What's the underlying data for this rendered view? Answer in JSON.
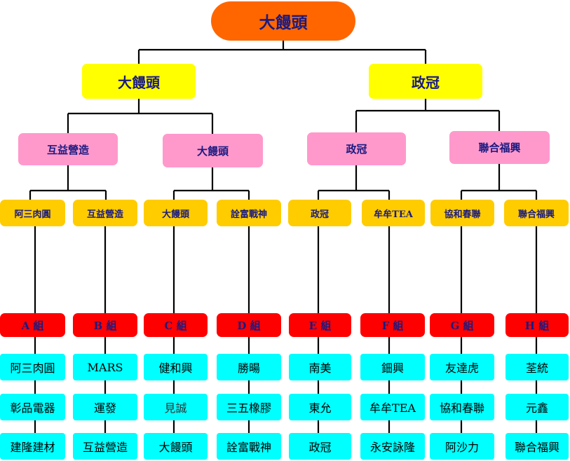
{
  "root": {
    "label": "大饅頭"
  },
  "level1": [
    {
      "label": "大饅頭"
    },
    {
      "label": "政冠"
    }
  ],
  "level2": [
    {
      "label": "互益營造"
    },
    {
      "label": "大饅頭"
    },
    {
      "label": "政冠"
    },
    {
      "label": "聯合福興"
    }
  ],
  "level3": [
    {
      "label": "阿三肉圓"
    },
    {
      "label": "互益營造"
    },
    {
      "label": "大饅頭"
    },
    {
      "label": "詮富戰神"
    },
    {
      "label": "政冠"
    },
    {
      "label": "牟牟TEA"
    },
    {
      "label": "協和春聯"
    },
    {
      "label": "聯合福興"
    }
  ],
  "groups": [
    {
      "label": "A 組",
      "members": [
        "阿三肉圓",
        "彰品電器",
        "建隆建材"
      ]
    },
    {
      "label": "B 組",
      "members": [
        "MARS",
        "運發",
        "互益營造"
      ]
    },
    {
      "label": "C 組",
      "members": [
        "健和興",
        "見誠",
        "大饅頭"
      ]
    },
    {
      "label": "D 組",
      "members": [
        "勝暘",
        "三五橡膠",
        "詮富戰神"
      ]
    },
    {
      "label": "E 組",
      "members": [
        "南美",
        "東允",
        "政冠"
      ]
    },
    {
      "label": "F 組",
      "members": [
        "鈿興",
        "牟牟TEA",
        "永安詠隆"
      ]
    },
    {
      "label": "G 組",
      "members": [
        "友達虎",
        "協和春聯",
        "阿沙力"
      ]
    },
    {
      "label": "H 組",
      "members": [
        "荃統",
        "元鑫",
        "聯合福興"
      ]
    }
  ],
  "colors": {
    "root": "#ff6600",
    "level1": "#ffff00",
    "level2": "#ff99cc",
    "level3": "#ffcc00",
    "group": "#ff0000",
    "member": "#00ffff",
    "text": "#1a1a80",
    "line": "#000000"
  }
}
